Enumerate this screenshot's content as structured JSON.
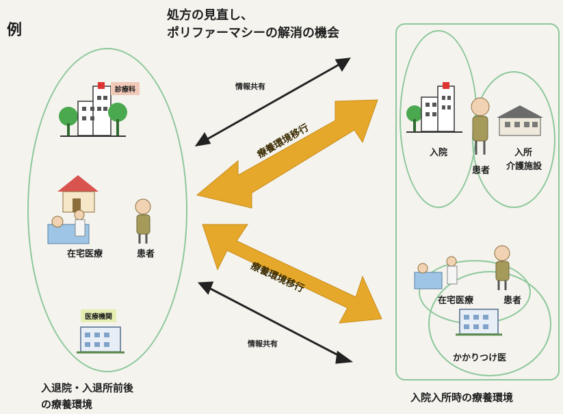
{
  "example_label": "例",
  "top_title": {
    "line1": "処方の見直し、",
    "line2": "ポリファーマシーの解消の機会"
  },
  "arrows": {
    "info_share_top": "情報共有",
    "info_share_bottom": "情報共有",
    "transition_top": "療養環境移行",
    "transition_bottom": "療養環境移行"
  },
  "left_panel": {
    "clinic_tag": "診療科",
    "home_care": "在宅医療",
    "patient": "患者",
    "medical_institution_tag": "医療機関",
    "caption_line1": "入退院・入退所前後",
    "caption_line2": "の療養環境"
  },
  "right_panel": {
    "admission": "入院",
    "patient_top": "患者",
    "facility_line1": "入所",
    "facility_line2": "介護施設",
    "home_care": "在宅医療",
    "patient_bottom": "患者",
    "family_doctor": "かかりつけ医",
    "caption": "入院入所時の療養環境"
  },
  "colors": {
    "arrow_orange": "#e6a82a",
    "ellipse_green": "#8cc79a",
    "dark_arrow": "#222222"
  }
}
